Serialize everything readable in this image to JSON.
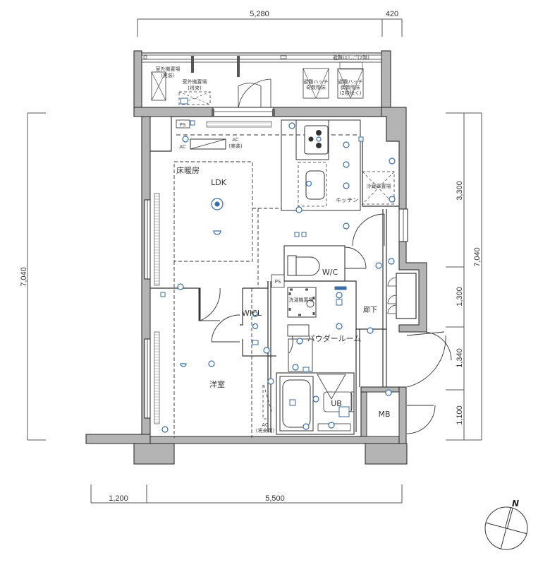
{
  "floorplan": {
    "dimensions": {
      "top": [
        {
          "label": "5,280"
        },
        {
          "label": "420"
        }
      ],
      "bottom": [
        {
          "label": "1,200"
        },
        {
          "label": "5,500"
        }
      ],
      "left_total": {
        "label": "7,040"
      },
      "right_segments": [
        {
          "label": "3,300"
        },
        {
          "label": "1,300"
        },
        {
          "label": "1,340"
        },
        {
          "label": "1,100"
        }
      ],
      "right_total": {
        "label": "7,040"
      }
    },
    "rooms": {
      "ldk": "LDK",
      "floor_heating": "床暖房",
      "kitchen": "キッチン",
      "western_room": "洋室",
      "wicl": "WICL",
      "wc": "W/C",
      "corridor": "廊下",
      "powder_room": "パウダールーム",
      "unit_bath": "UB",
      "meter_box": "MB",
      "ps_top": "PS",
      "ps_mid": "PS"
    },
    "balcony": {
      "outdoor_unit_installed": "室外機置場",
      "outdoor_unit_installed_note": "(実装)",
      "outdoor_unit_future": "室外機置場",
      "outdoor_unit_future_note": "(将来)",
      "hatch_odd_line1": "避難ハッチ",
      "hatch_odd_line2": "奇数階床",
      "hatch_even_line1": "避難ハッチ",
      "hatch_even_line2": "偶数階床",
      "hatch_even_line3": "(2階除く)",
      "ladder": "避難はしご(2階)"
    },
    "fixtures": {
      "ac_installed": "AC",
      "ac_installed_note": "(実装)",
      "ac_future": "AC",
      "ac_future_note": "(将来用)",
      "ac_small": "AC",
      "fridge_space": "冷蔵庫置場",
      "washer_space": "洗濯機置場"
    },
    "compass": {
      "north_label": "N",
      "rotation_deg": 15
    },
    "colors": {
      "wall_fill": "#b4b4b4",
      "line": "#333333",
      "electrical": "#3a6ea5"
    }
  }
}
